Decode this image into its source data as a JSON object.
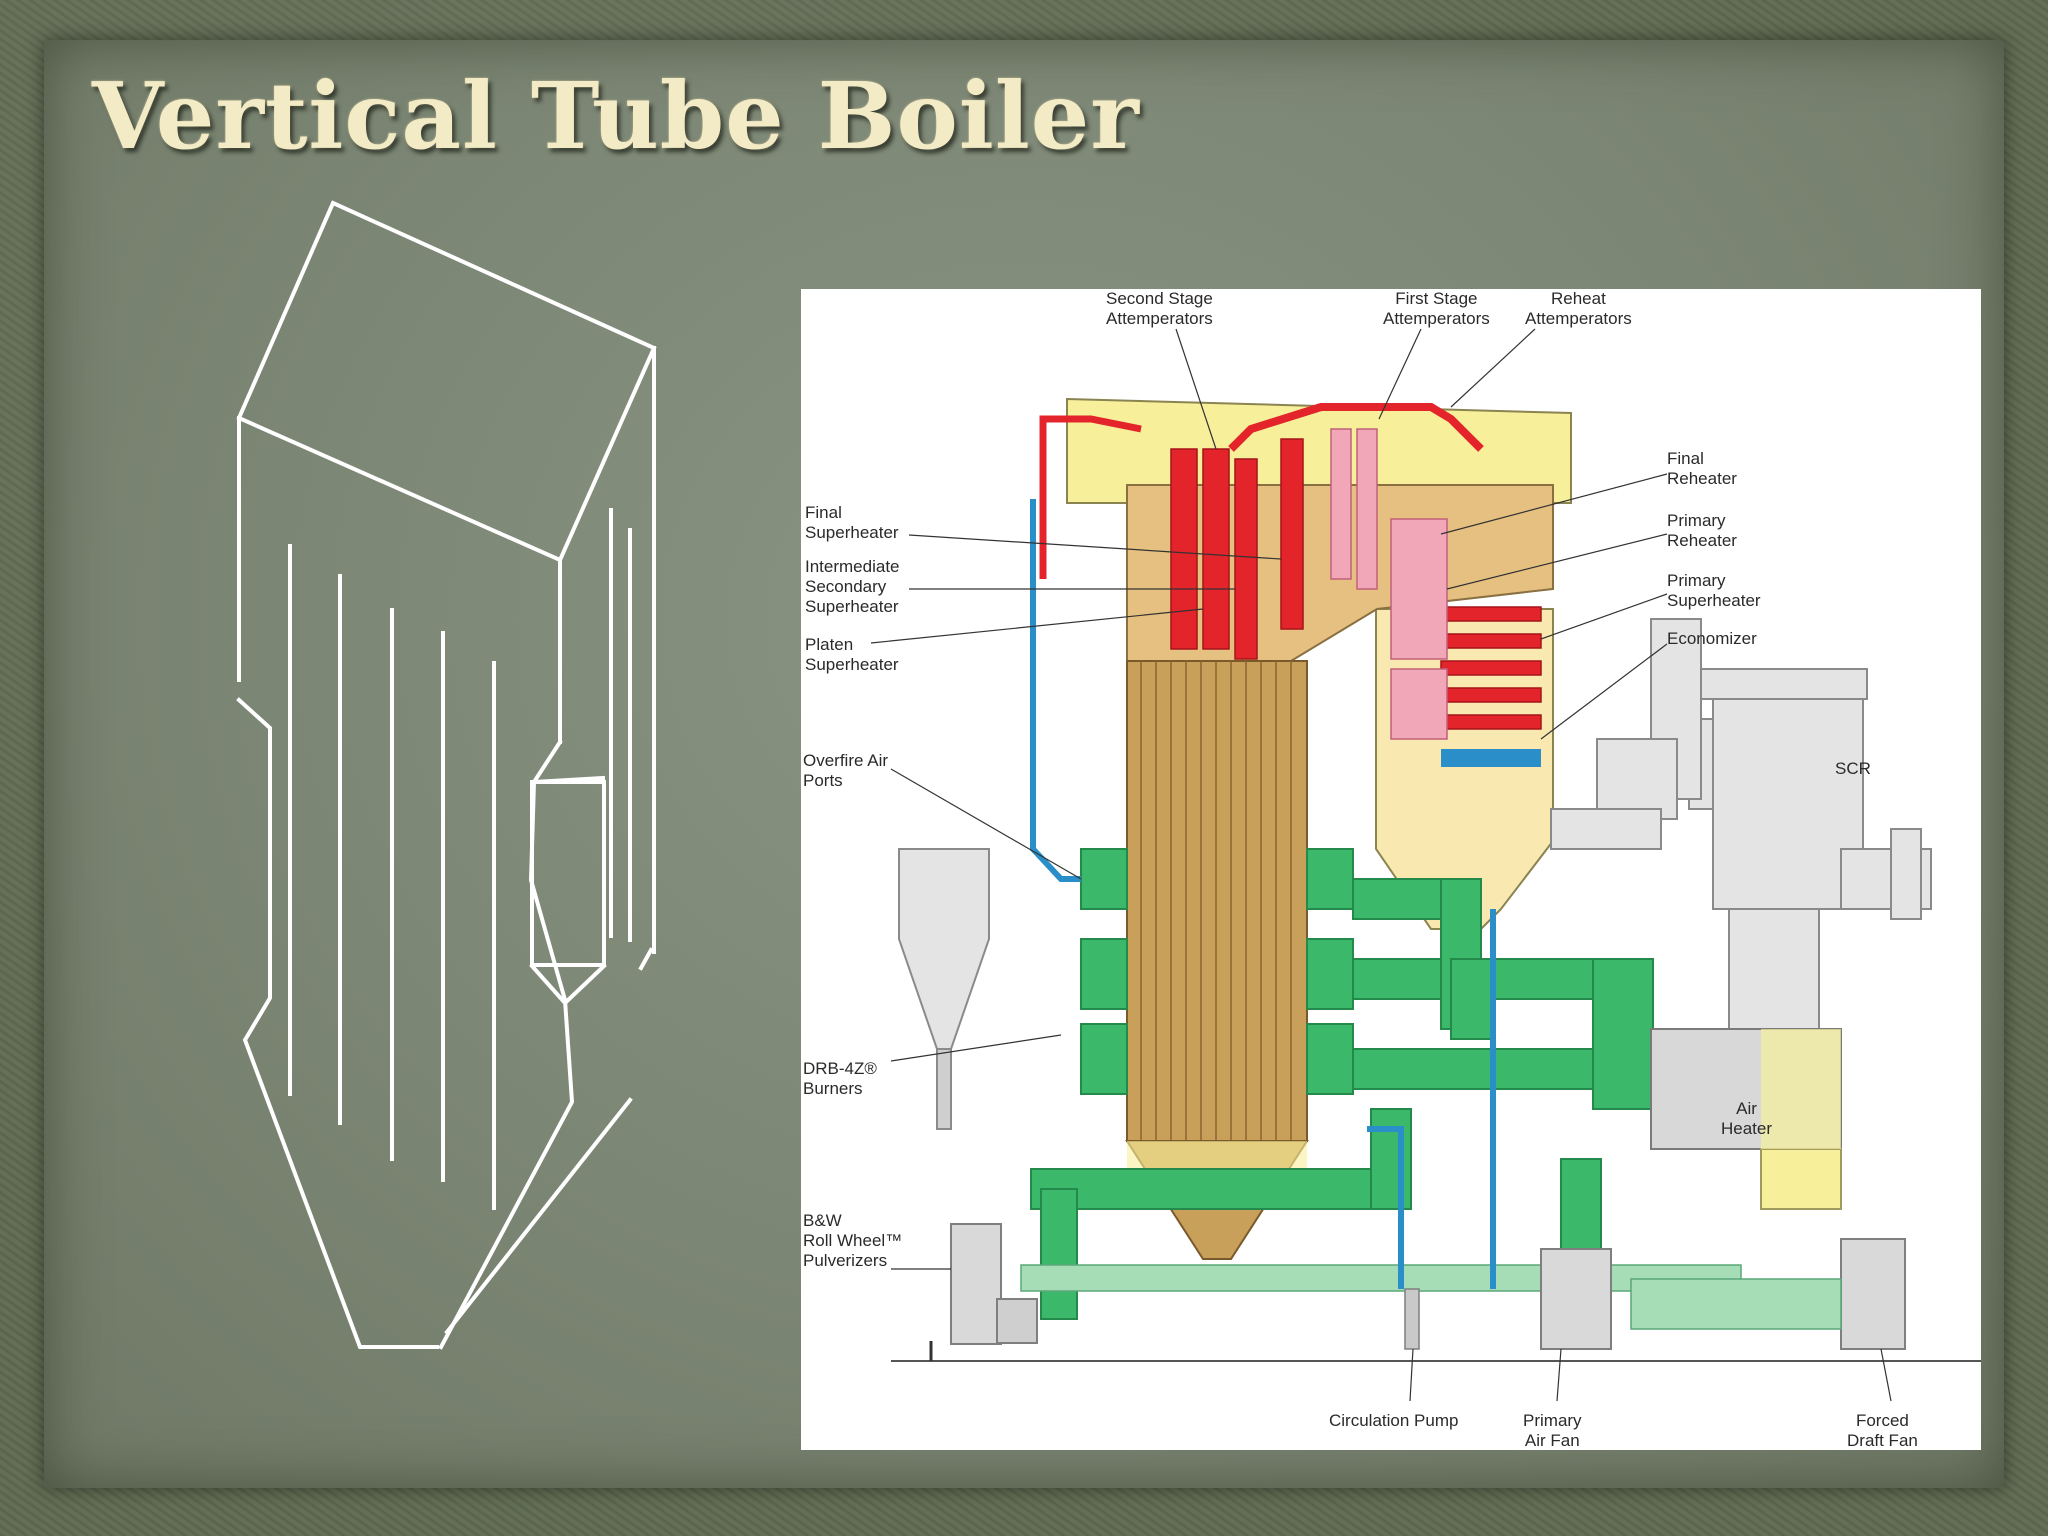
{
  "slide": {
    "title": "Vertical Tube Boiler"
  },
  "figure": {
    "labels": {
      "second_stage_attemperators": "Second Stage\nAttemperators",
      "first_stage_attemperators": "First Stage\nAttemperators",
      "reheat_attemperators": "Reheat\nAttemperators",
      "final_superheater": "Final\nSuperheater",
      "intermediate_secondary_superheater": "Intermediate\nSecondary\nSuperheater",
      "platen_superheater": "Platen\nSuperheater",
      "overfire_air_ports": "Overfire Air\nPorts",
      "drb_burners": "DRB-4Z®\nBurners",
      "pulverizers": "B&W\nRoll Wheel™\nPulverizers",
      "final_reheater": "Final\nReheater",
      "primary_reheater": "Primary\nReheater",
      "primary_superheater": "Primary\nSuperheater",
      "economizer": "Economizer",
      "scr": "SCR",
      "air_heater": "Air\nHeater",
      "circulation_pump": "Circulation Pump",
      "primary_air_fan": "Primary\nAir Fan",
      "forced_draft_fan": "Forced\nDraft Fan"
    }
  },
  "colors": {
    "title_text": "#f2ebc6",
    "sketch_line": "#ffffff",
    "superheater_red": "#e3242b",
    "reheater_pink": "#f2a7b8",
    "duct_green": "#3cb86a",
    "furnace_tan": "#c8a05a",
    "water_blue": "#2a8fc9",
    "casing_yellow": "#f7ef9a"
  }
}
